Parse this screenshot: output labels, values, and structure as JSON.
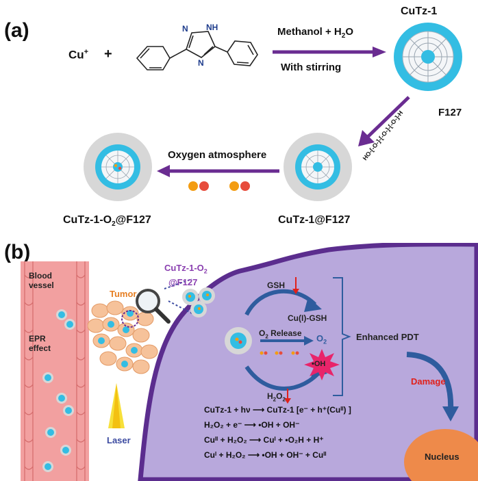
{
  "panel_a": {
    "label": "(a)",
    "reactant_cu": "Cu",
    "reactant_cu_sup": "+",
    "plus": "+",
    "nh_label": "NH",
    "n_label": "N",
    "arrow_top": "Methanol + H",
    "arrow_top_sub": "2",
    "arrow_top_end": "O",
    "arrow_bottom": "With stirring",
    "product1": "CuTz-1",
    "f127_label": "F127",
    "f127_formula": "HO-[-O-]-[-O-]-[-O-]-H",
    "oxygen_label": "Oxygen atmosphere",
    "product2": "CuTz-1@F127",
    "product3_a": "CuTz-1-O",
    "product3_sub": "2",
    "product3_b": "@F127"
  },
  "panel_b": {
    "label": "(b)",
    "blood_vessel": "Blood\nvessel",
    "blood_1": "Blood",
    "blood_2": "vessel",
    "epr_1": "EPR",
    "epr_2": "effect",
    "tumor": "Tumor",
    "laser": "Laser",
    "nano_1": "CuTz-1-O",
    "nano_sub": "2",
    "nano_2": "@F127",
    "gsh": "GSH",
    "cu_gsh": "Cu(I)-GSH",
    "o2_release": "O",
    "o2_release_sub": "2",
    "o2_release_end": " Release",
    "o2": "O",
    "o2_sub": "2",
    "oh_radical": "•OH",
    "h2o2": "H",
    "h2o2_sub": "2",
    "h2o2_end": "O",
    "h2o2_sub2": "2",
    "enhanced_pdt": "Enhanced PDT",
    "damage": "Damage",
    "nucleus": "Nucleus",
    "equations": [
      "CuTz-1 + hν  ⟶  CuTz-1 [e⁻ + h⁺(Cuᴵᴵ) ]",
      "H₂O₂ + e⁻  ⟶  •OH + OH⁻",
      "Cuᴵᴵ + H₂O₂  ⟶  Cuᴵ + •O₂H + H⁺",
      "Cuᴵ + H₂O₂  ⟶  •OH + OH⁻ + Cuᴵᴵ"
    ]
  },
  "colors": {
    "arrow_purple": "#6a2c91",
    "nanoparticle_cyan": "#33bde3",
    "shell_gray": "#d7d7d7",
    "cell_purple": "#b8a8dc",
    "membrane": "#5b2d8e",
    "vessel_red": "#f2a0a0",
    "tumor_orange": "#f6c29a",
    "nucleus_orange": "#ee8a4a",
    "damage_red": "#e0201a",
    "tumor_label": "#e67e22",
    "laser_blue": "#3b4aa0",
    "nano_label": "#8a3fb0"
  }
}
